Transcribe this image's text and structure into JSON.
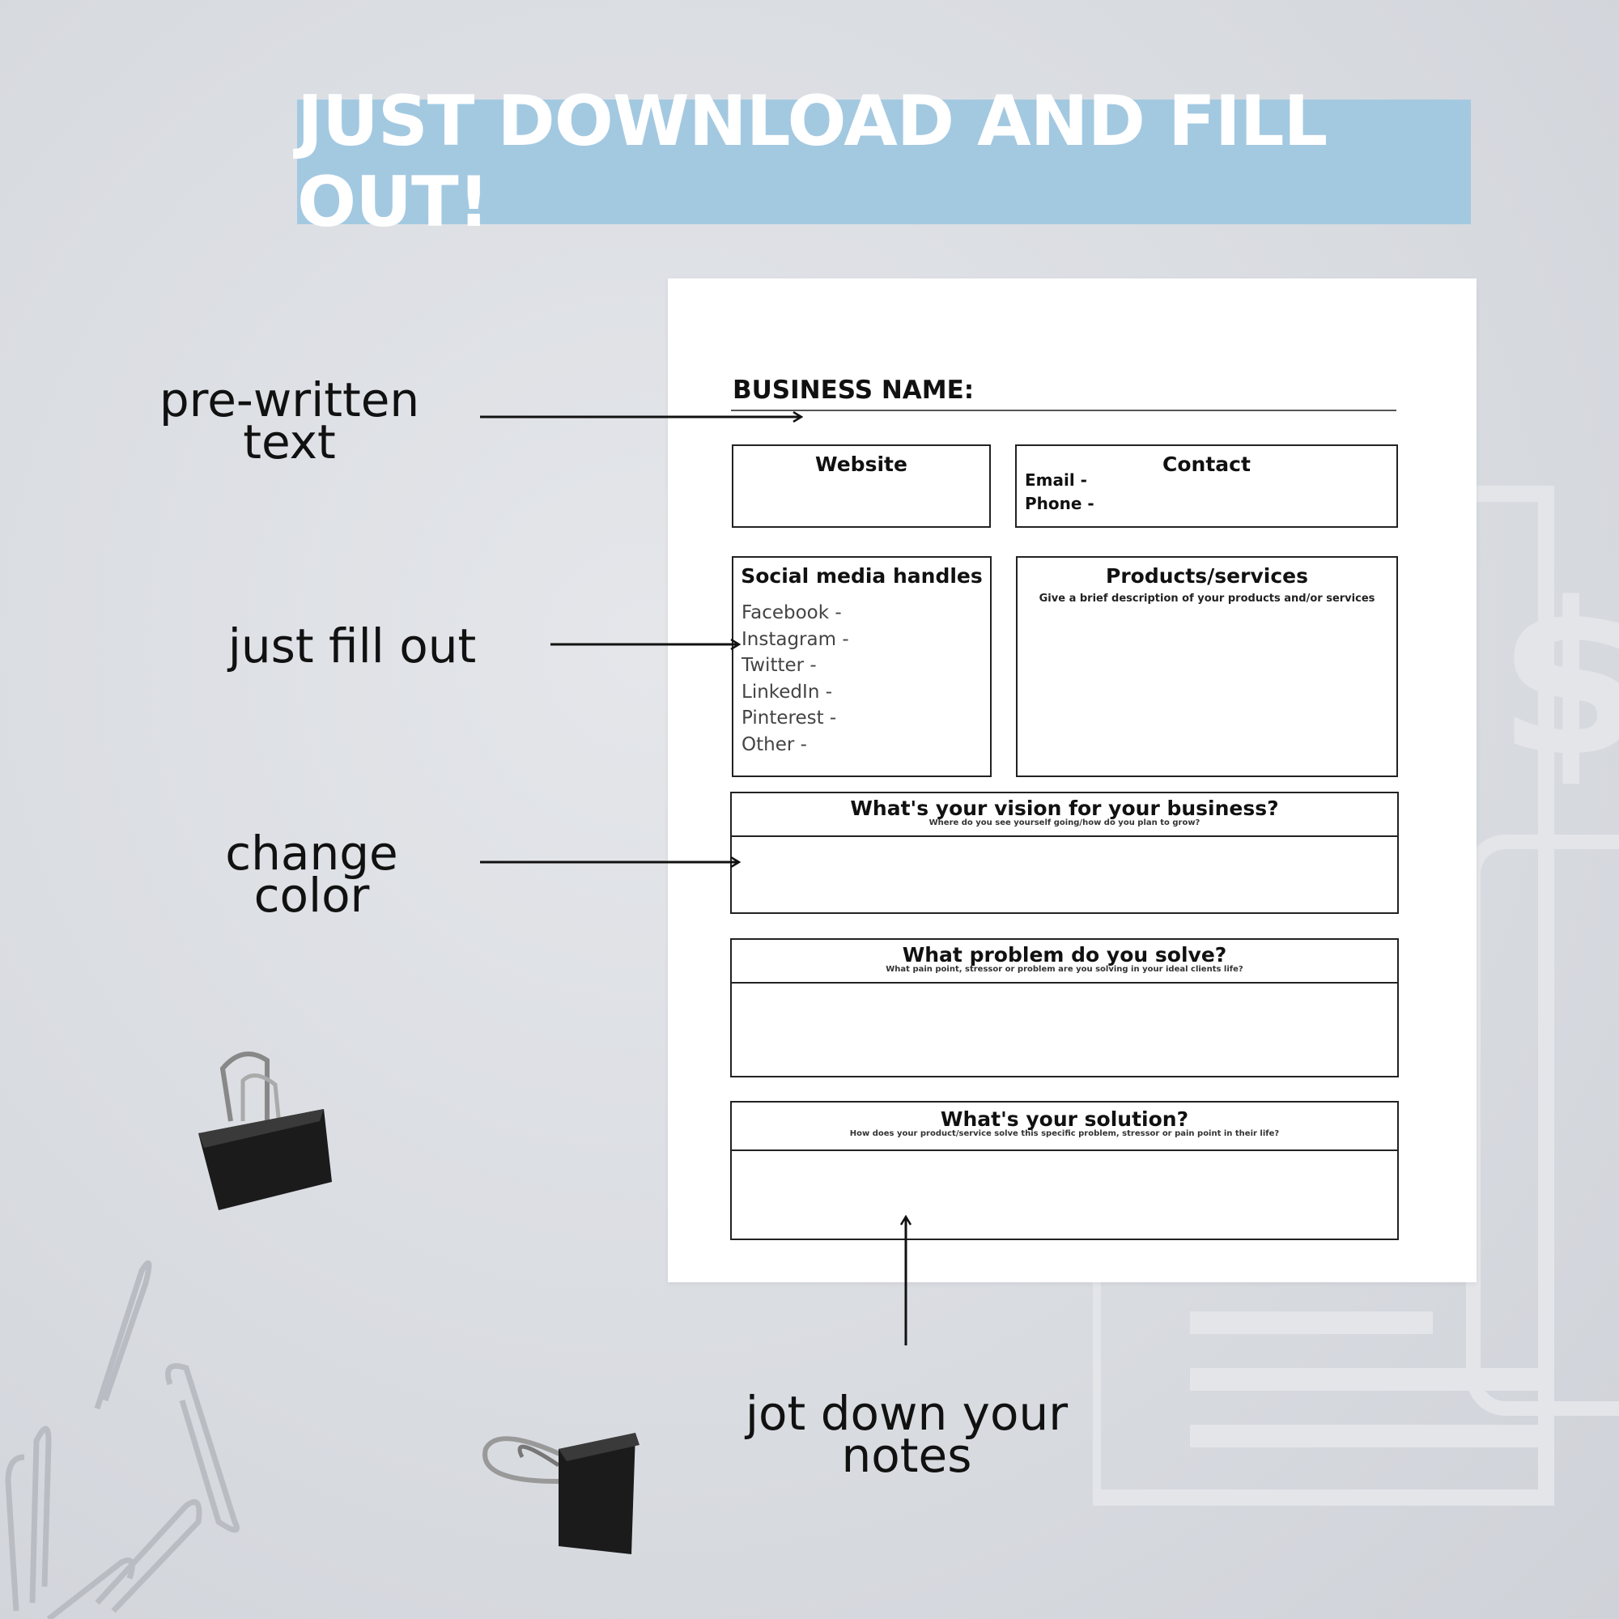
{
  "banner": {
    "text": "JUST DOWNLOAD AND FILL OUT!"
  },
  "annotations": {
    "prewritten": "pre-written\ntext",
    "fill_out": "just fill out",
    "change_color": "change\ncolor",
    "notes": "jot down your\nnotes"
  },
  "form": {
    "title": "BUSINESS NAME:",
    "website": {
      "title": "Website"
    },
    "contact": {
      "title": "Contact",
      "email": "Email -",
      "phone": "Phone -"
    },
    "social": {
      "title": "Social media handles",
      "items": [
        "Facebook -",
        "Instagram -",
        "Twitter -",
        "LinkedIn -",
        "Pinterest -",
        "Other -"
      ]
    },
    "products": {
      "title": "Products/services",
      "subtitle": "Give a brief description of your products and/or services"
    },
    "vision": {
      "title": "What's your vision for your business?",
      "subtitle": "Where do you see yourself going/how do you plan to grow?"
    },
    "problem": {
      "title": "What problem do you solve?",
      "subtitle": "What pain point, stressor or problem are you solving in your ideal clients life?"
    },
    "solution": {
      "title": "What's your solution?",
      "subtitle": "How does your product/service solve this specific problem, stressor or pain point in their life?"
    }
  },
  "colors": {
    "banner": "#a3c9e1",
    "background": "#d8dbe0",
    "sheet": "#ffffff"
  }
}
